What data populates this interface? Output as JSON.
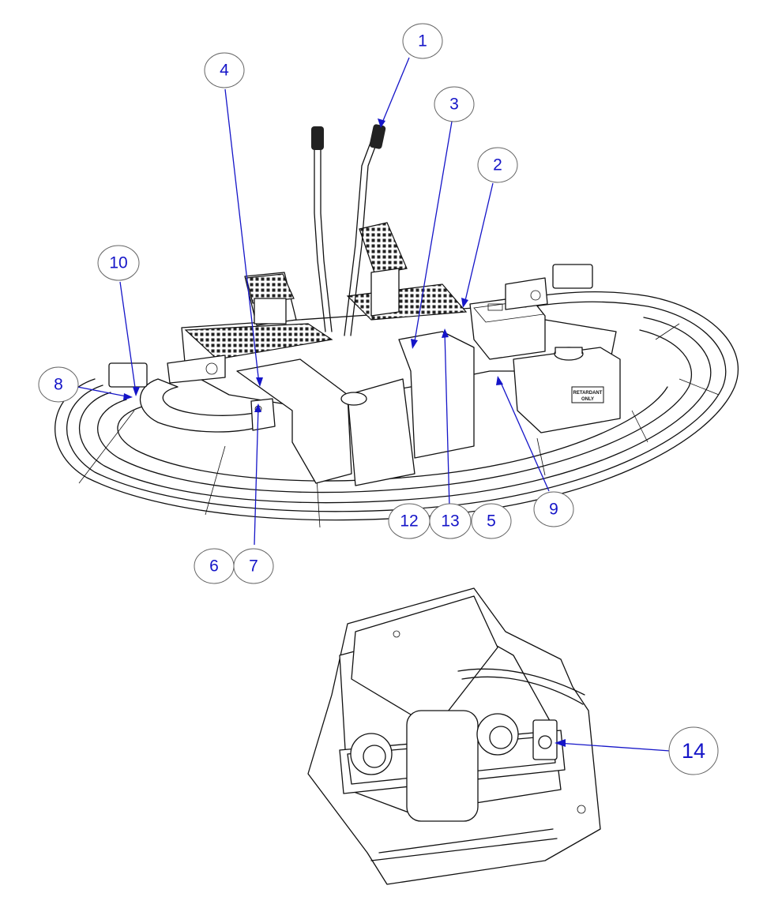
{
  "callouts": [
    {
      "id": "c1",
      "label": "1"
    },
    {
      "id": "c2",
      "label": "2"
    },
    {
      "id": "c3",
      "label": "3"
    },
    {
      "id": "c4",
      "label": "4"
    },
    {
      "id": "c5",
      "label": "5"
    },
    {
      "id": "c6",
      "label": "6"
    },
    {
      "id": "c7",
      "label": "7"
    },
    {
      "id": "c8",
      "label": "8"
    },
    {
      "id": "c9",
      "label": "9"
    },
    {
      "id": "c10",
      "label": "10"
    },
    {
      "id": "c12",
      "label": "12"
    },
    {
      "id": "c13",
      "label": "13"
    },
    {
      "id": "c14",
      "label": "14"
    }
  ],
  "tank_label": {
    "line1": "RETARDANT",
    "line2": "ONLY"
  },
  "colors": {
    "callout": "#1515c8",
    "outline": "#111111",
    "bubble_border": "#666666"
  }
}
